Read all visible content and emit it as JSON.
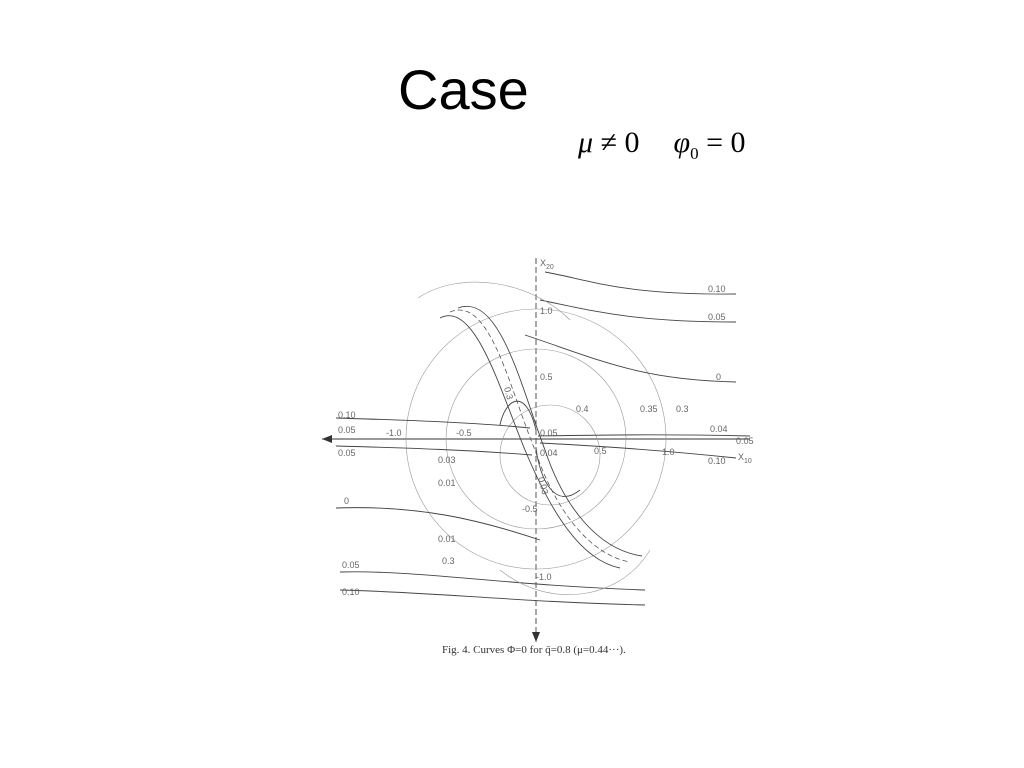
{
  "slide": {
    "title": "Case",
    "condition": {
      "mu": "μ",
      "neq": " ≠ 0",
      "phi": "φ",
      "phi_sub": "0",
      "eq": " = 0"
    }
  },
  "figure": {
    "caption": "Fig. 4. Curves Φ=0 for q̄=0.8 (μ=0.44···).",
    "axis_x_label": "X",
    "axis_x_sub": "10",
    "axis_y_label": "X",
    "axis_y_sub": "20",
    "labels": {
      "y_1_0": "1.0",
      "y_0_5": "0.5",
      "y_0_05": "0.05",
      "y_neg_0_5": "-0.5",
      "y_neg_1_0": "-1.0",
      "x_neg_1_0": "-1.0",
      "x_neg_0_5": "-0.5",
      "x_0_04": "0.04",
      "x_0_5": "0.5",
      "x_1_0": "1.0",
      "r_0_10": "0.10",
      "r_0_05_top": "0.05",
      "r_0": "0",
      "r_0_04": "0.04",
      "r_0_05_mid": "0.05",
      "r_0_10_low": "0.10",
      "q_0_4": "0.4",
      "q_0_35": "0.35",
      "q_0_3": "0.3",
      "l_0_10": "0.10",
      "l_0_05": "0.05",
      "l_0_05_low": "0.05",
      "l_0_03": "0.03",
      "l_0_01": "0.01",
      "l_0": "0",
      "l_0_01_b": "0.01",
      "l_0_3": "0.3",
      "l_0_05_b": "0.05",
      "l_0_10_b": "0.10",
      "c_0_3": "0.3",
      "c_0_03": "0.03"
    }
  }
}
